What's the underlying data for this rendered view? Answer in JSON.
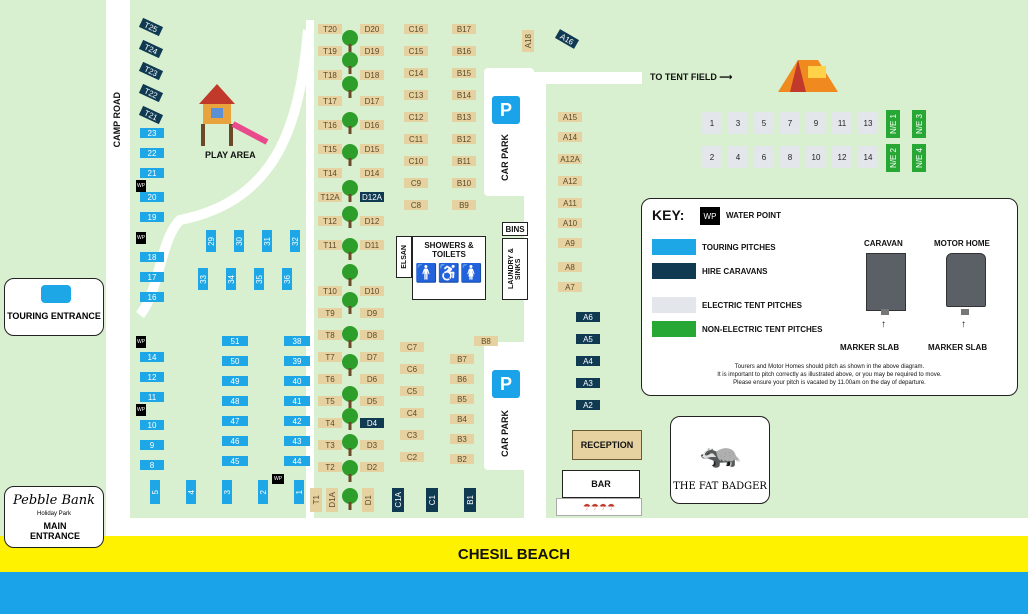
{
  "beach": {
    "label": "CHESIL BEACH"
  },
  "camp_road": "CAMP ROAD",
  "play_area": "PLAY AREA",
  "to_tent_field": "TO TENT FIELD",
  "car_park": "CAR PARK",
  "showers": "SHOWERS & TOILETS",
  "elsan": "ELSAN",
  "bins": "BINS",
  "laundry": "LAUNDRY & SINKS",
  "reception": "RECEPTION",
  "bar": "BAR",
  "fat_badger": "THE FAT BADGER",
  "touring_entrance": "TOURING ENTRANCE",
  "main_entrance": "MAIN ENTRANCE",
  "brand": {
    "name": "Pebble Bank",
    "sub": "Holiday Park"
  },
  "water_point_code": "WP",
  "key": {
    "title": "KEY:",
    "water_point": "WATER POINT",
    "touring": "TOURING PITCHES",
    "hire": "HIRE CARAVANS",
    "electric": "ELECTRIC TENT PITCHES",
    "nonelectric": "NON-ELECTRIC TENT PITCHES",
    "caravan": "CARAVAN",
    "motorhome": "MOTOR HOME",
    "marker1": "MARKER SLAB",
    "marker2": "MARKER SLAB",
    "note1": "Tourers and Motor Homes should pitch as shown in the above diagram.",
    "note2": "It is important to pitch correctly as illustrated above, or you may be required to move.",
    "note3": "Please ensure your pitch is vacated by 11.00am on the day of departure.",
    "colors": {
      "touring": "#1ea7e6",
      "hire": "#0f3a52",
      "electric": "#e3e6ea",
      "nonelectric": "#27a835"
    }
  },
  "pitches": {
    "T_diag": [
      "T25",
      "T24",
      "T23",
      "T22",
      "T21"
    ],
    "left_col_top": [
      "23",
      "22",
      "21",
      "20",
      "19",
      "18",
      "17",
      "16"
    ],
    "left_col_bottom": [
      "14",
      "12",
      "11",
      "10",
      "9",
      "8"
    ],
    "row_low": [
      "5",
      "4",
      "3",
      "2",
      "1"
    ],
    "mid_vert": [
      "29",
      "30",
      "31",
      "32"
    ],
    "mid_vert2": [
      "33",
      "34",
      "35",
      "36"
    ],
    "grid_a": [
      "51",
      "50",
      "49",
      "48",
      "47",
      "46",
      "45"
    ],
    "grid_b": [
      "38",
      "39",
      "40",
      "41",
      "42",
      "43",
      "44"
    ],
    "T_col": [
      "T20",
      "T19",
      "T18",
      "T17",
      "T16",
      "T15",
      "T14",
      "T12A",
      "T12",
      "T11",
      "T10",
      "T9",
      "T8",
      "T7",
      "T6",
      "T5",
      "T4",
      "T3",
      "T2"
    ],
    "D_col": [
      "D20",
      "D19",
      "D18",
      "D17",
      "D16",
      "D15",
      "D14",
      "D12A",
      "D12",
      "D11",
      "D10",
      "D9",
      "D8",
      "D7",
      "D6",
      "D5",
      "D4",
      "D3",
      "D2"
    ],
    "C_col": [
      "C16",
      "C15",
      "C14",
      "C13",
      "C12",
      "C11",
      "C10",
      "C9",
      "C8"
    ],
    "B_col": [
      "B17",
      "B16",
      "B15",
      "B14",
      "B13",
      "B12",
      "B11",
      "B10",
      "B9"
    ],
    "C_low": [
      "C7",
      "C6",
      "C5",
      "C4",
      "C3",
      "C2"
    ],
    "B_low": [
      "B8",
      "B7",
      "B6",
      "B5",
      "B4",
      "B3",
      "B2"
    ],
    "bottom_vert": [
      "T1",
      "D1A",
      "D1",
      "C1A",
      "C1",
      "B1"
    ],
    "A_col": [
      "A15",
      "A14",
      "A12A",
      "A12",
      "A11",
      "A10",
      "A9",
      "A8",
      "A7"
    ],
    "A_hire": [
      "A6",
      "A5",
      "A4",
      "A3",
      "A2"
    ],
    "A_top": [
      "A18",
      "A16"
    ],
    "elec_top": [
      "1",
      "3",
      "5",
      "7",
      "9",
      "11",
      "13"
    ],
    "elec_bottom": [
      "2",
      "4",
      "6",
      "8",
      "10",
      "12",
      "14"
    ],
    "nonelec": [
      "N/E 1",
      "N/E 3",
      "N/E 2",
      "N/E 4"
    ]
  }
}
